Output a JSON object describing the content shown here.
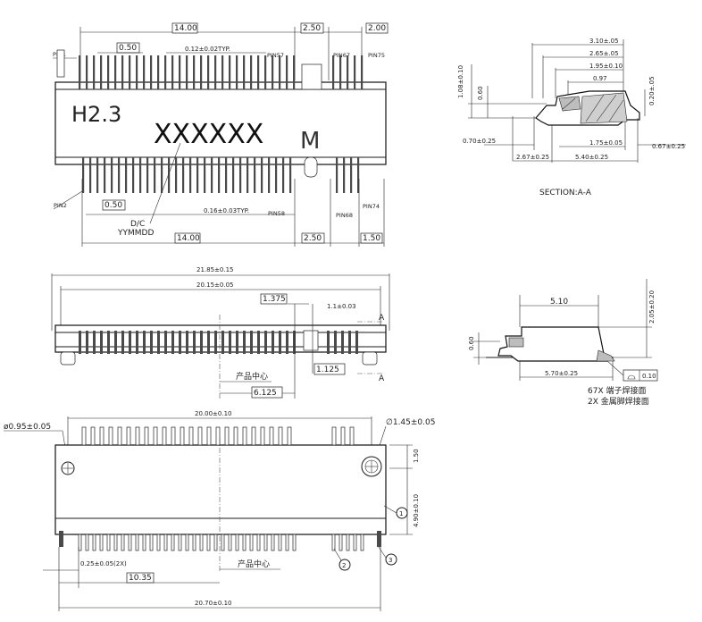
{
  "top_view": {
    "dims": {
      "d_14_top": "14.00",
      "d_250_top": "2.50",
      "d_200_top": "2.00",
      "pitch_050_top": "0.50",
      "typ_top": "0.12±0.02TYP.",
      "pitch_050_bot": "0.50",
      "typ_bot": "0.16±0.03TYP.",
      "d_14_bot": "14.00",
      "d_250_bot": "2.50",
      "d_150_bot": "1.50"
    },
    "pins": {
      "pin1": "PIN1",
      "pin2": "PIN2",
      "pin57": "PIN57",
      "pin67": "PIN67",
      "pin75": "PIN75",
      "pin58": "PIN58",
      "pin68": "PIN68",
      "pin74": "PIN74"
    },
    "marking": {
      "height_code": "H2.3",
      "part_code": "XXXXXX",
      "key": "M",
      "dc": "D/C",
      "date_code": "YYMMDD"
    }
  },
  "front_view": {
    "dims": {
      "overall": "21.85±0.15",
      "inner": "20.15±0.05",
      "d_1375": "1.375",
      "d_11": "1.1±0.03",
      "d_1125": "1.125",
      "d_6125": "6.125"
    },
    "center_label": "产品中心",
    "section_a_top": "A",
    "section_a_bot": "A"
  },
  "bottom_view": {
    "dims": {
      "hole_left": "ø0.95±0.05",
      "hole_right": "∅1.45±0.05",
      "span_20": "20.00±0.10",
      "d_150": "1.50",
      "d_490": "4.90±0.10",
      "d_025": "0.25±0.05(2X)",
      "d_1035": "10.35",
      "overall": "20.70±0.10"
    },
    "center_label": "产品中心",
    "callout_1": "1",
    "callout_2": "2",
    "callout_3": "3"
  },
  "section_view": {
    "title": "SECTION:A-A",
    "dims": {
      "d_310": "3.10±.05",
      "d_265": "2.65±.05",
      "d_195": "1.95±0.10",
      "d_097": "0.97",
      "d_108": "1.08±0.10",
      "d_060": "0.60",
      "d_020": "0.20±.05",
      "d_070": "0.70±0.25",
      "d_175": "1.75±0.05",
      "d_067": "0.67±0.25",
      "d_267": "2.67±0.25",
      "d_540": "5.40±0.25"
    }
  },
  "side_view": {
    "dims": {
      "d_510": "5.10",
      "d_205": "2.05±0.20",
      "d_060": "0.60",
      "d_570": "5.70±0.25"
    },
    "flatness": "0.10",
    "note_1": "67X 端子焊接面",
    "note_2": "2X 金属脚焊接面"
  }
}
